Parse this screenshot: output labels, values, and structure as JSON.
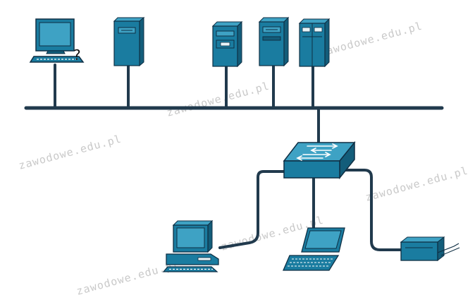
{
  "watermarks": [
    "zawodowe.edu.pl",
    "zawodowe.edu.pl",
    "zawodowe.edu.pl",
    "zawodowe.edu.pl",
    "zawodowe.edu.pl",
    "zawodowe.edu.pl"
  ],
  "question_mark": "?",
  "colors": {
    "device_blue": "#1a7ca0",
    "device_dark": "#135d7a",
    "device_light": "#3ea2c4",
    "cable": "#213a4d",
    "outline": "#0f2f44",
    "watermark": "#c9c9c9"
  },
  "devices": {
    "bus_devices": [
      "workstation",
      "server",
      "server",
      "server",
      "server"
    ],
    "switch_devices": [
      "workstation",
      "laptop",
      "printer"
    ],
    "central_device": "network-switch"
  }
}
